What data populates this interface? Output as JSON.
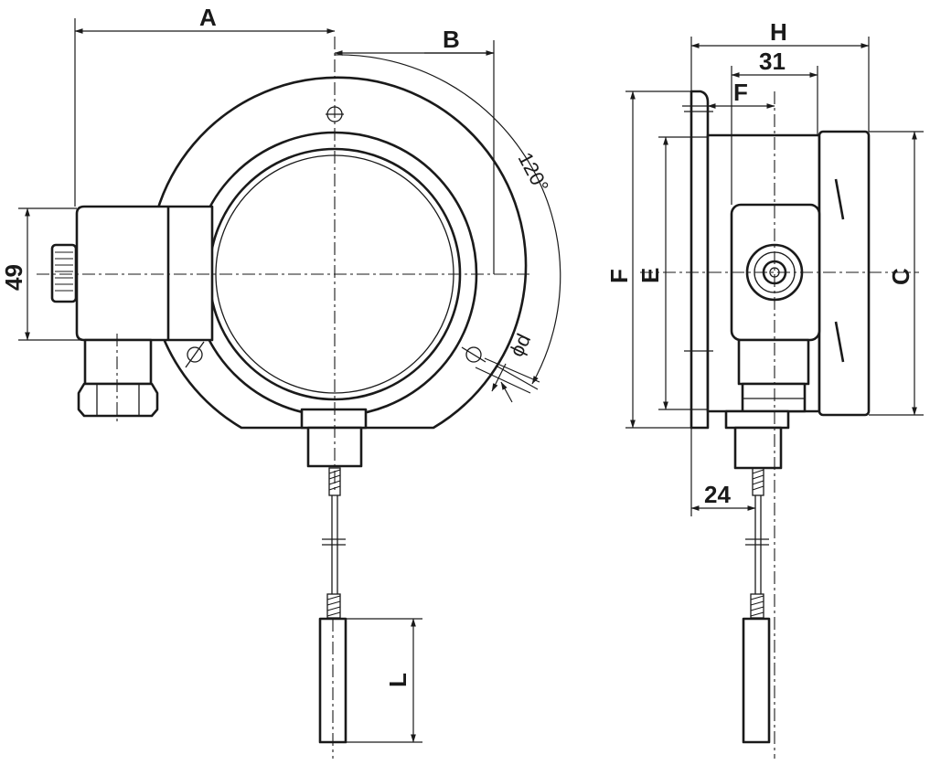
{
  "labels": {
    "a": "A",
    "b": "B",
    "angle": "120°",
    "d49": "49",
    "hole": "ϕd",
    "len": "L",
    "h": "H",
    "d31": "31",
    "f_small": "F",
    "f_big": "F",
    "e": "E",
    "c": "C",
    "d24": "24"
  }
}
